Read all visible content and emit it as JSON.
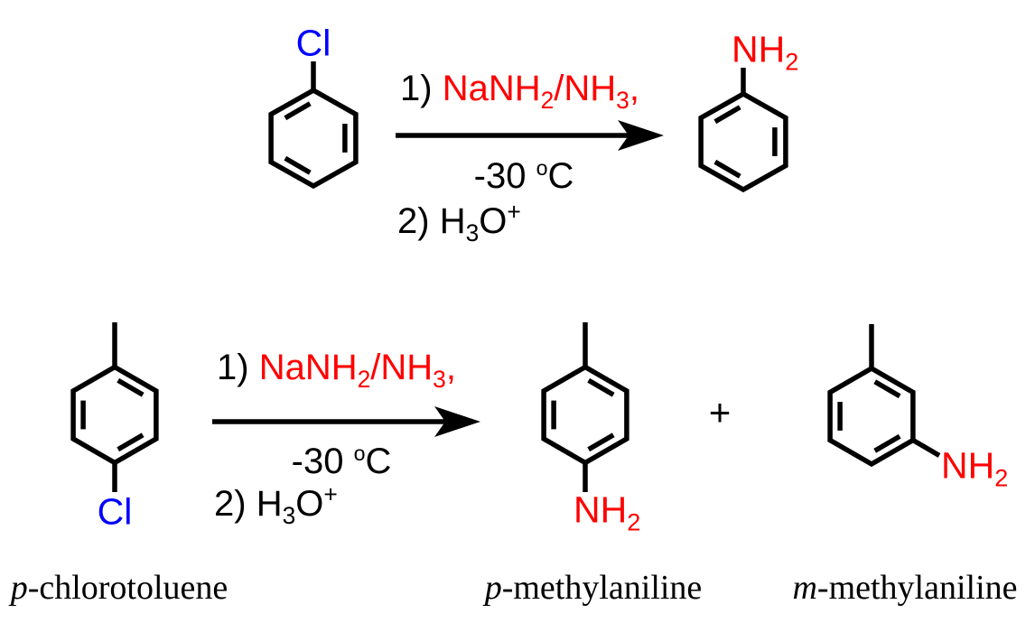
{
  "colors": {
    "bond_black": "#000000",
    "amine_red": "#ff0000",
    "chlorine_blue": "#0000ff",
    "background": "#ffffff"
  },
  "reaction_top": {
    "reactant_atom_label": "Cl",
    "conditions": {
      "step1_number": "1) ",
      "step1_reagent": {
        "part1": "NaNH",
        "sub1": "2",
        "part2": "/NH",
        "sub2": "3",
        "suffix": ","
      },
      "temperature": {
        "value": "-30 ",
        "degree_symbol": "o",
        "unit": "C"
      },
      "step2_number": "2) ",
      "step2_reagent": {
        "part1": "H",
        "sub1": "3",
        "part2": "O",
        "charge": "+"
      }
    },
    "product_atom_label": {
      "main": "NH",
      "sub": "2"
    }
  },
  "reaction_bottom": {
    "reactant_atom_label": "Cl",
    "conditions": {
      "step1_number": "1) ",
      "step1_reagent": {
        "part1": "NaNH",
        "sub1": "2",
        "part2": "/NH",
        "sub2": "3",
        "suffix": ","
      },
      "temperature": {
        "value": "-30 ",
        "degree_symbol": "o",
        "unit": "C"
      },
      "step2_number": "2) ",
      "step2_reagent": {
        "part1": "H",
        "sub1": "3",
        "part2": "O",
        "charge": "+"
      }
    },
    "product1_atom_label": {
      "main": "NH",
      "sub": "2"
    },
    "plus_sign": "+",
    "product2_atom_label": {
      "main": "NH",
      "sub": "2"
    }
  },
  "captions": {
    "reactant": {
      "prefix_italic": "p",
      "rest": "-chlorotoluene"
    },
    "product1": {
      "prefix_italic": "p",
      "rest": "-methylaniline"
    },
    "product2": {
      "prefix_italic": "m",
      "rest": "-methylaniline"
    }
  }
}
